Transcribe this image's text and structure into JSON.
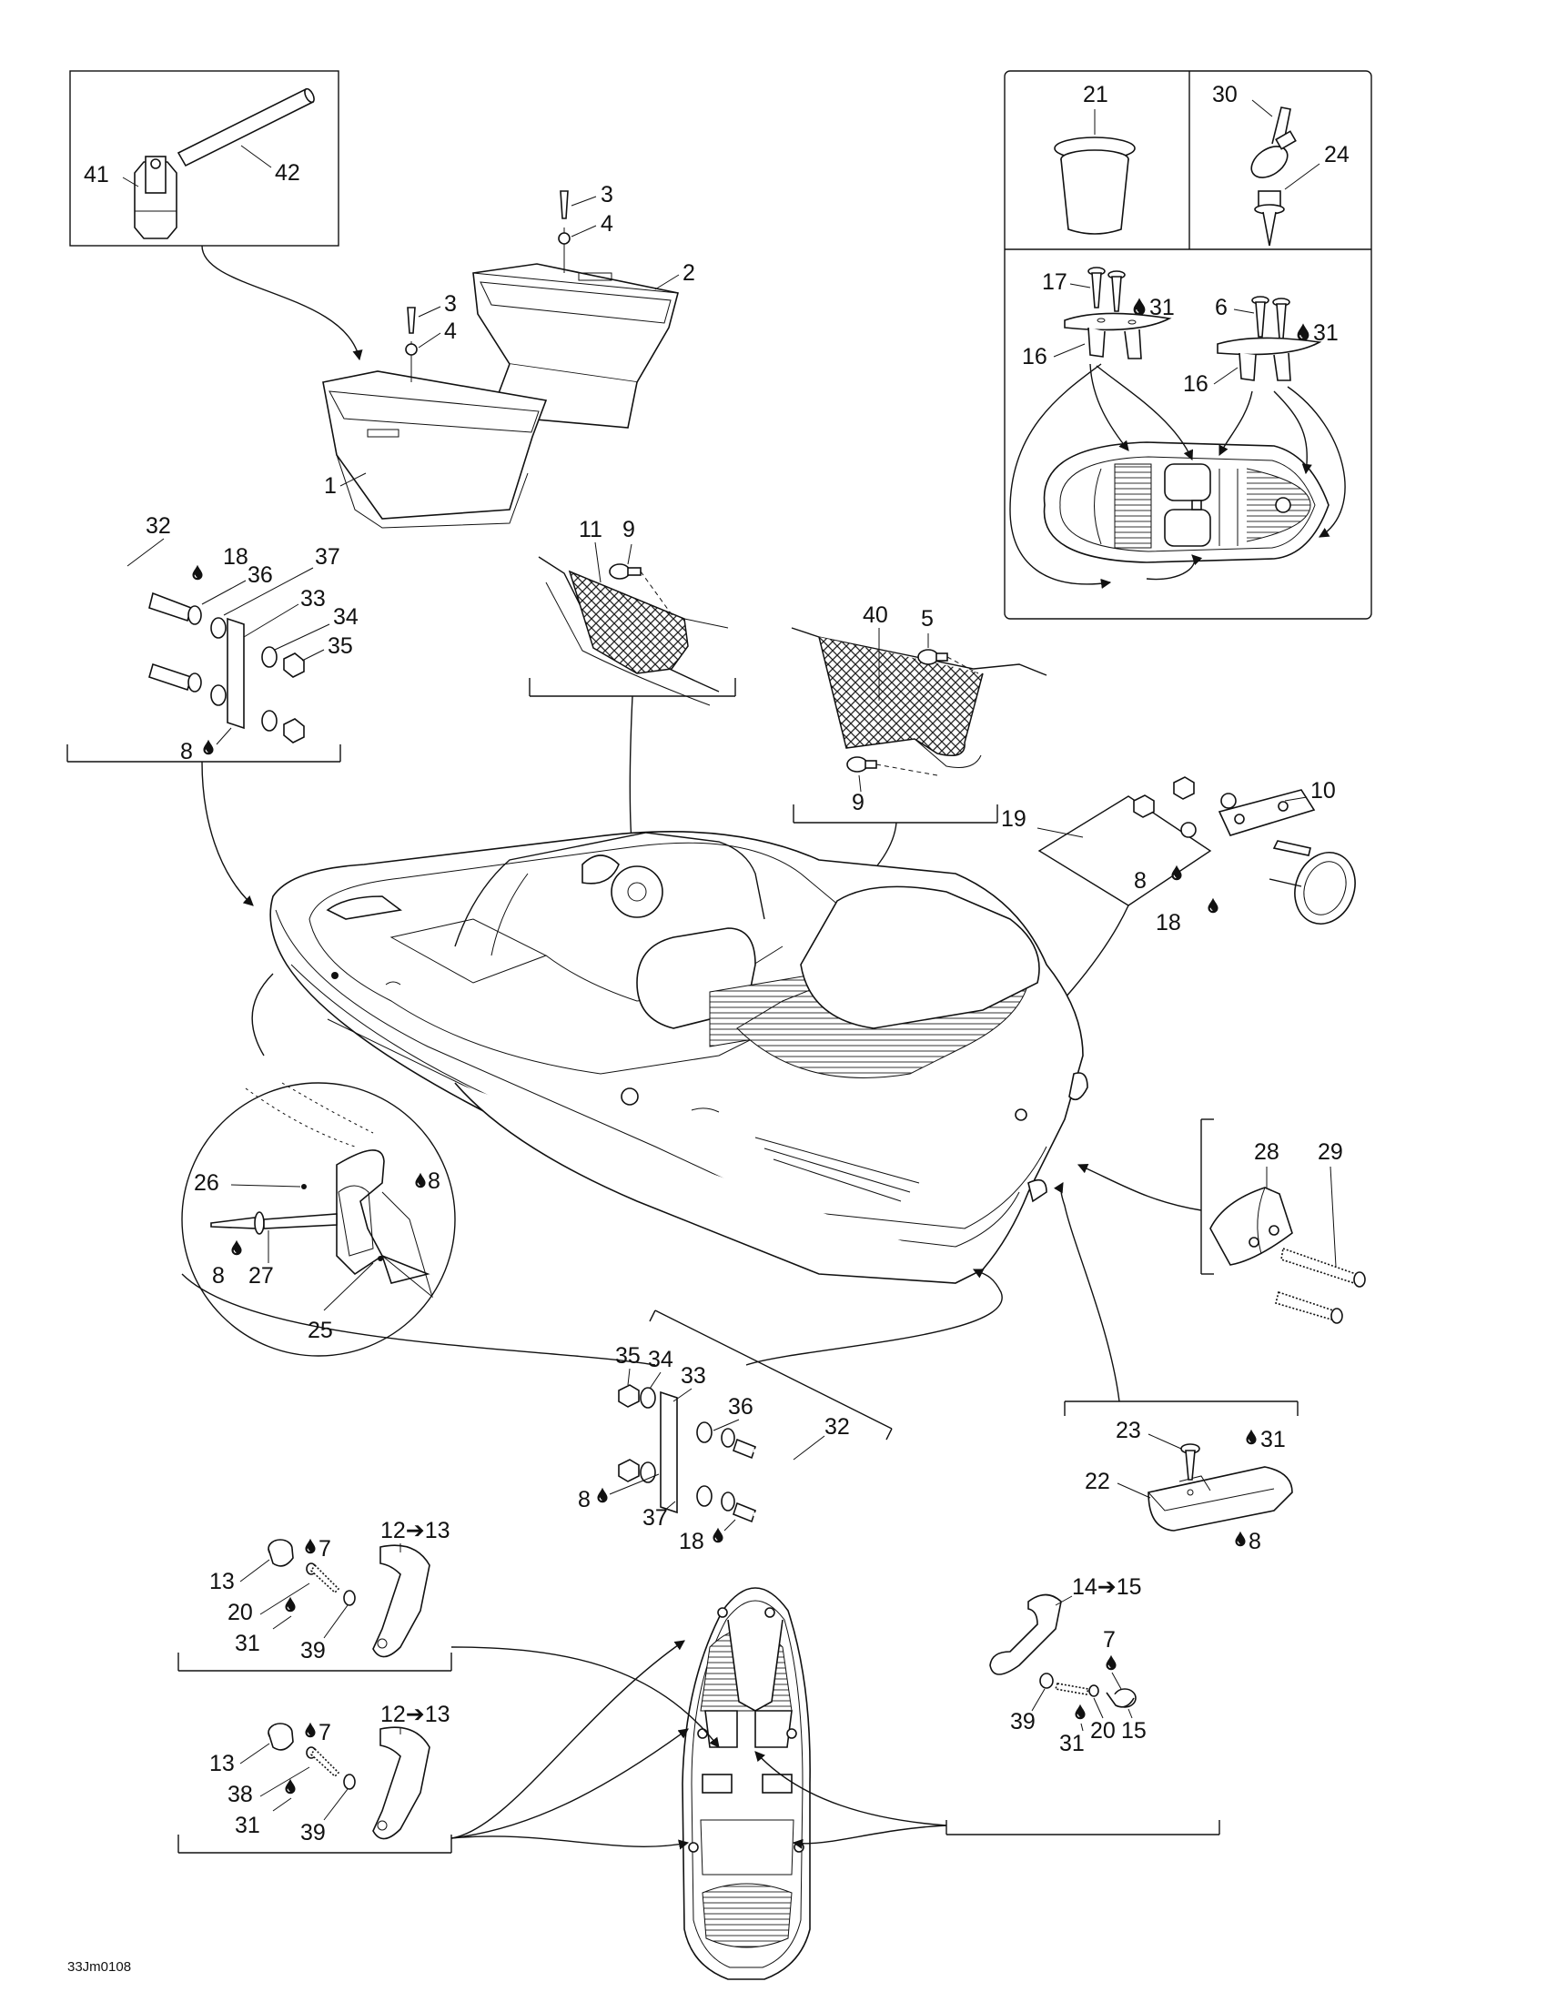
{
  "drawing_code": "33Jm0108",
  "callouts": {
    "c1": "1",
    "c2": "2",
    "c3a": "3",
    "c4a": "4",
    "c3b": "3",
    "c4b": "4",
    "c41": "41",
    "c42": "42",
    "c21": "21",
    "c30": "30",
    "c24": "24",
    "c17": "17",
    "c31a": "31",
    "c16a": "16",
    "c6": "6",
    "c31b": "31",
    "c16b": "16",
    "c32a": "32",
    "c18a": "18",
    "c36a": "36",
    "c37a": "37",
    "c33a": "33",
    "c34a": "34",
    "c35a": "35",
    "c8a": "8",
    "c11": "11",
    "c9a": "9",
    "c40": "40",
    "c5": "5",
    "c9b": "9",
    "c19": "19",
    "c10": "10",
    "c8b": "8",
    "c18b": "18",
    "c26": "26",
    "c8c": "8",
    "c8d": "8",
    "c27": "27",
    "c25": "25",
    "c28": "28",
    "c29": "29",
    "c35b": "35",
    "c34b": "34",
    "c33b": "33",
    "c36b": "36",
    "c32b": "32",
    "c8e": "8",
    "c37b": "37",
    "c18c": "18",
    "c23": "23",
    "c31c": "31",
    "c22": "22",
    "c8f": "8",
    "c12a": "12➔13",
    "c13a": "13",
    "c7a": "7",
    "c20a": "20",
    "c31d": "31",
    "c39a": "39",
    "c12b": "12➔13",
    "c13b": "13",
    "c7b": "7",
    "c38": "38",
    "c31e": "31",
    "c39b": "39",
    "c14": "14➔15",
    "c7c": "7",
    "c39c": "39",
    "c31f": "31",
    "c20b": "20",
    "c15": "15"
  },
  "icons": {
    "adhesive_drop": "droplet-icon"
  }
}
